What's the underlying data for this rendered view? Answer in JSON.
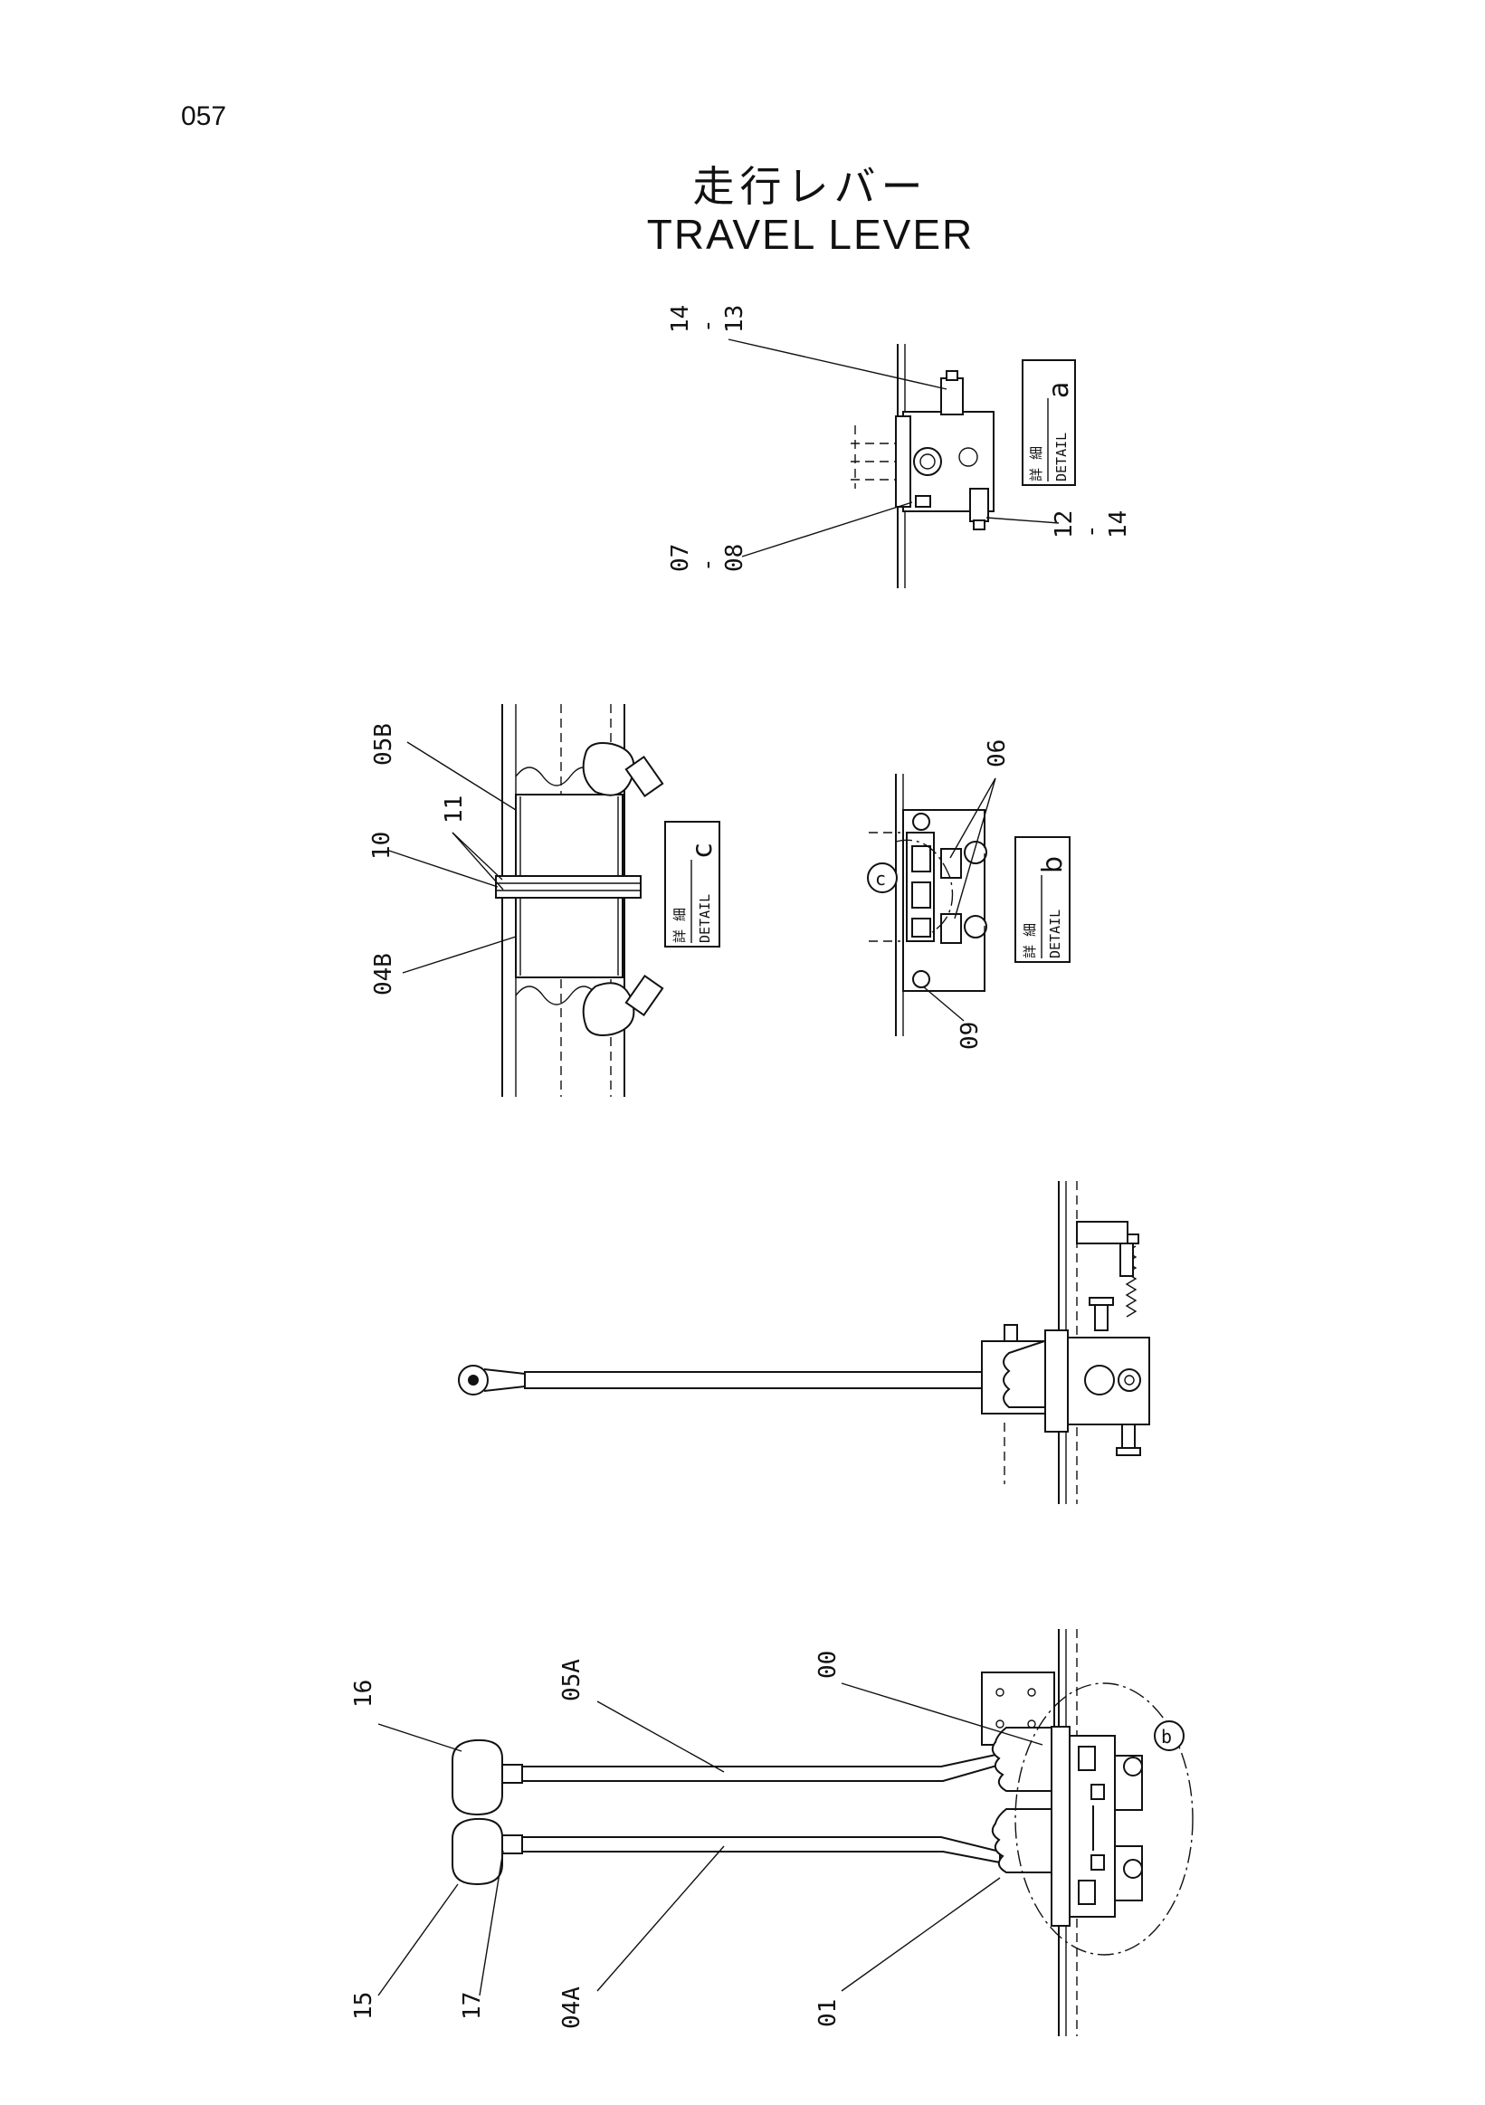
{
  "page_number": "057",
  "title_jp": "走行レバー",
  "title_en": "TRAVEL LEVER",
  "detail_jp": "詳 細",
  "detail_en": "DETAIL",
  "detail_letters": {
    "a": "a",
    "b": "b",
    "c": "c"
  },
  "callouts": {
    "c_14_13_top": "14",
    "c_14_13_dash": "-",
    "c_14_13_bot": "13",
    "c_07_08_top": "07",
    "c_07_08_dash": "-",
    "c_07_08_bot": "08",
    "c_12_14_top": "12",
    "c_12_14_dash": "-",
    "c_12_14_bot": "14",
    "c_05B": "05B",
    "c_11": "11",
    "c_10": "10",
    "c_04B": "04B",
    "c_06": "06",
    "c_09": "09",
    "c_16": "16",
    "c_05A": "05A",
    "c_00": "00",
    "c_15": "15",
    "c_17": "17",
    "c_04A": "04A",
    "c_01": "01"
  }
}
